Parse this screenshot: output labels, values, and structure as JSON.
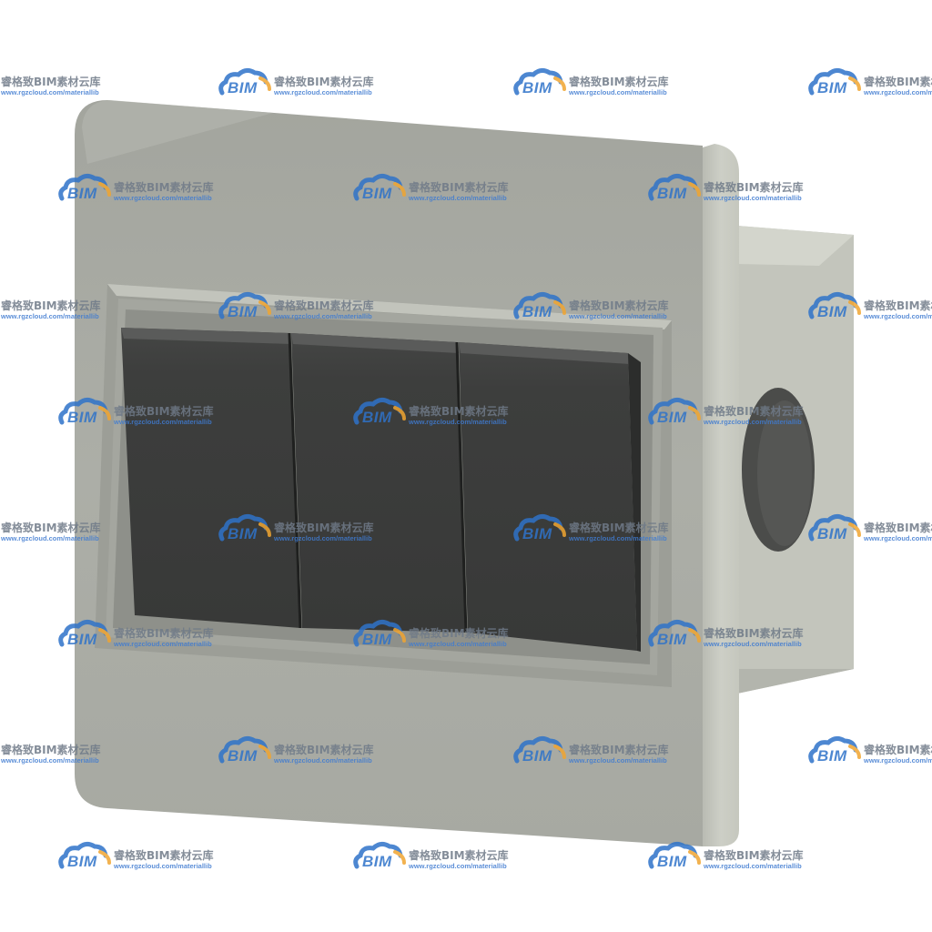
{
  "watermark": {
    "logo_text": "BIM",
    "brand_cn": "睿格致BIM素材云库",
    "url": "www.rgzcloud.com/materiallib",
    "logo_icon": "cloud-icon",
    "colors": {
      "blue": "#2f73c9",
      "orange": "#f0a531",
      "gray": "#6f7a88"
    }
  },
  "product": {
    "switch_count": 3,
    "colors": {
      "plate": "#a6a8a1",
      "plate_light": "#bfc1ba",
      "side": "#c9cbc2",
      "rocker": "#3a3b3a",
      "rocker_edge": "#2a2b2a",
      "hole": "#4a4b49"
    }
  }
}
